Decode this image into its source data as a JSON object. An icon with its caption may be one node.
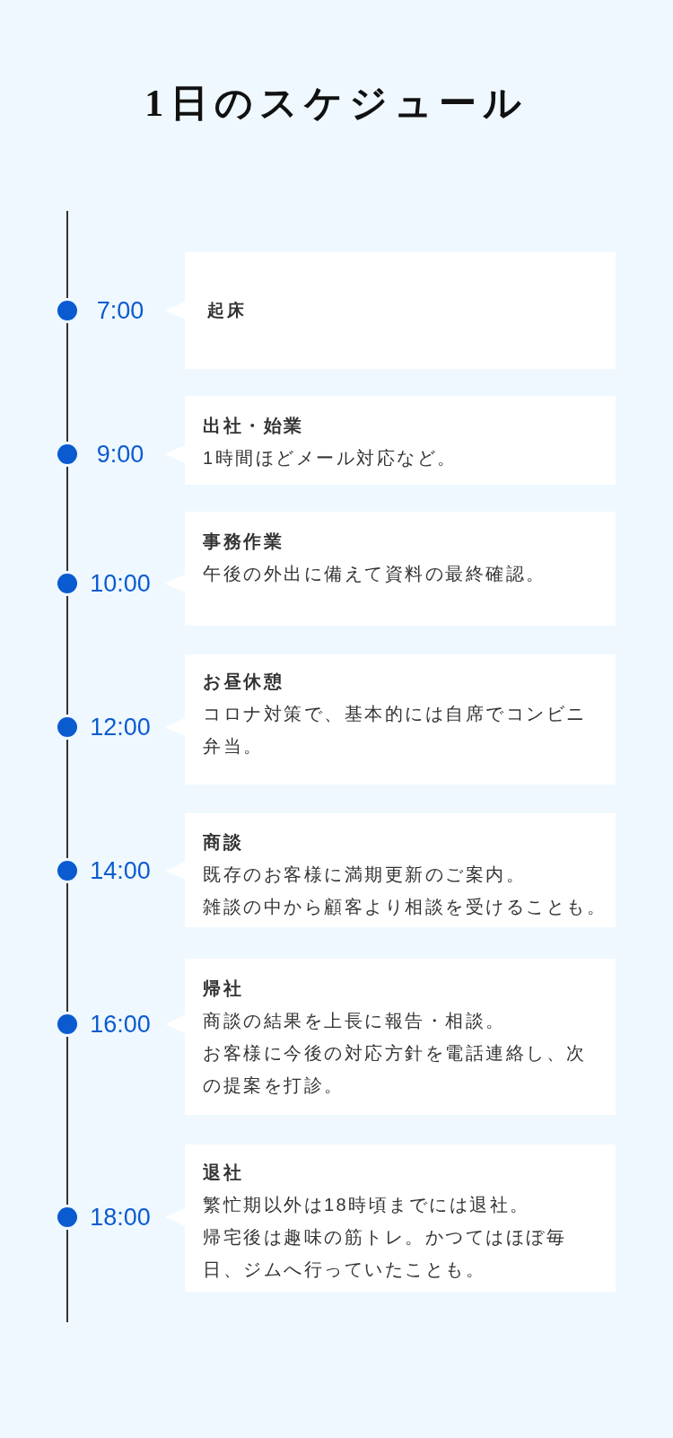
{
  "diagram": {
    "title": "1日のスケジュール",
    "nodes": [
      {
        "text": [
          "起床"
        ],
        "beside": [
          "7:00"
        ]
      },
      {
        "text": [
          "出社・始業",
          "1時間ほどメール対応など。"
        ],
        "beside": [
          "9:00"
        ]
      },
      {
        "text": [
          "事務作業",
          "午後の外出に備えて資料の最終確認。"
        ],
        "beside": [
          "10:00"
        ]
      },
      {
        "text": [
          "お昼休憩",
          "コロナ対策で、基本的には自席でコンビニ弁当。"
        ],
        "beside": [
          "12:00"
        ]
      },
      {
        "text": [
          "商談",
          "既存のお客様に満期更新のご案内。",
          "雑談の中から顧客より相談を受けることも。"
        ],
        "beside": [
          "14:00"
        ]
      },
      {
        "text": [
          "帰社",
          "商談の結果を上長に報告・相談。",
          "お客様に今後の対応方針を電話連絡し、次の提案を打診。"
        ],
        "beside": [
          "16:00"
        ]
      },
      {
        "text": [
          "退社",
          "繁忙期以外は18時頃までには退社。",
          "帰宅後は趣味の筋トレ。かつてはほぼ毎日、ジムへ行っていたことも。"
        ],
        "beside": [
          "18:00"
        ]
      }
    ]
  }
}
